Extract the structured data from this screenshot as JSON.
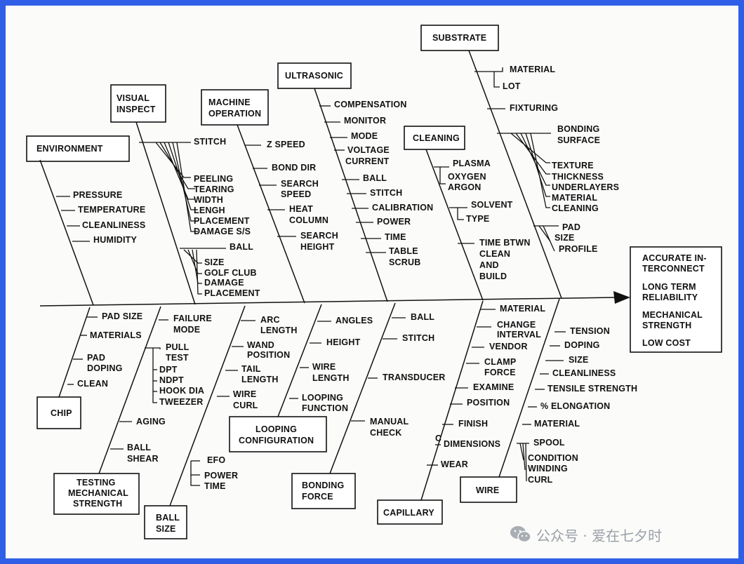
{
  "effect": [
    "ACCURATE IN-",
    "TERCONNECT",
    "LONG TERM",
    "RELIABILITY",
    "MECHANICAL",
    "STRENGTH",
    "LOW COST"
  ],
  "categories": {
    "environment": {
      "title": [
        "ENVIRONMENT"
      ],
      "causes": [
        "PRESSURE",
        "TEMPERATURE",
        "CLEANLINESS",
        "HUMIDITY"
      ]
    },
    "visual_inspect": {
      "title": [
        "VISUAL",
        "INSPECT"
      ],
      "causes": [
        "STITCH",
        "PEELING",
        "TEARING",
        "WIDTH",
        "LENGH",
        "PLACEMENT",
        "DAMAGE S/S",
        "BALL",
        "SIZE",
        "GOLF CLUB",
        "DAMAGE",
        "PLACEMENT"
      ]
    },
    "machine_operation": {
      "title": [
        "MACHINE",
        "OPERATION"
      ],
      "causes": [
        "Z SPEED",
        "BOND DIR",
        "SEARCH",
        "SPEED",
        "HEAT",
        "COLUMN",
        "SEARCH",
        "HEIGHT"
      ]
    },
    "ultrasonic": {
      "title": [
        "ULTRASONIC"
      ],
      "causes": [
        "COMPENSATION",
        "MONITOR",
        "MODE",
        "VOLTAGE",
        "CURRENT",
        "BALL",
        "STITCH",
        "CALIBRATION",
        "POWER",
        "TIME",
        "TABLE",
        "SCRUB"
      ]
    },
    "cleaning": {
      "title": [
        "CLEANING"
      ],
      "causes": [
        "PLASMA",
        "OXYGEN",
        "ARGON",
        "SOLVENT",
        "TYPE",
        "TIME BTWN",
        "CLEAN",
        "AND",
        "BUILD"
      ]
    },
    "substrate": {
      "title": [
        "SUBSTRATE"
      ],
      "causes": [
        "MATERIAL",
        "LOT",
        "FIXTURING",
        "BONDING",
        "SURFACE",
        "TEXTURE",
        "THICKNESS",
        "UNDERLAYERS",
        "MATERIAL",
        "CLEANING",
        "PAD",
        "SIZE",
        "PROFILE"
      ]
    },
    "chip": {
      "title": [
        "CHIP"
      ],
      "causes": [
        "PAD SIZE",
        "MATERIALS",
        "PAD",
        "DOPING",
        "CLEAN"
      ]
    },
    "testing_mechanical_strength": {
      "title": [
        "TESTING",
        "MECHANICAL",
        "STRENGTH"
      ],
      "causes": [
        "FAILURE",
        "MODE",
        "PULL",
        "TEST",
        "DPT",
        "NDPT",
        "HOOK DIA",
        "TWEEZER",
        "AGING",
        "BALL",
        "SHEAR"
      ]
    },
    "ball_size": {
      "title": [
        "BALL",
        "SIZE"
      ],
      "causes": [
        "ARC",
        "LENGTH",
        "WAND",
        "POSITION",
        "TAIL",
        "LENGTH",
        "WIRE",
        "CURL",
        "EFO",
        "POWER",
        "TIME"
      ]
    },
    "looping_configuration": {
      "title": [
        "LOOPING",
        "CONFIGURATION"
      ],
      "causes": [
        "ANGLES",
        "HEIGHT",
        "WIRE",
        "LENGTH",
        "LOOPING",
        "FUNCTION"
      ]
    },
    "bonding_force": {
      "title": [
        "BONDING",
        "FORCE"
      ],
      "causes": [
        "BALL",
        "STITCH",
        "TRANSDUCER",
        "MANUAL",
        "CHECK"
      ]
    },
    "capillary": {
      "title": [
        "CAPILLARY"
      ],
      "causes": [
        "MATERIAL",
        "CHANGE",
        "INTERVAL",
        "VENDOR",
        "CLAMP",
        "FORCE",
        "EXAMINE",
        "POSITION",
        "FINISH",
        "C",
        "DIMENSIONS",
        "WEAR"
      ]
    },
    "wire": {
      "title": [
        "WIRE"
      ],
      "causes": [
        "TENSION",
        "DOPING",
        "SIZE",
        "CLEANLINESS",
        "TENSILE STRENGTH",
        "% ELONGATION",
        "MATERIAL",
        "SPOOL",
        "CONDITION",
        "WINDING",
        "CURL"
      ]
    }
  },
  "watermark": "公众号 · 爱在七夕时",
  "watermark_icon": "wechat-icon"
}
